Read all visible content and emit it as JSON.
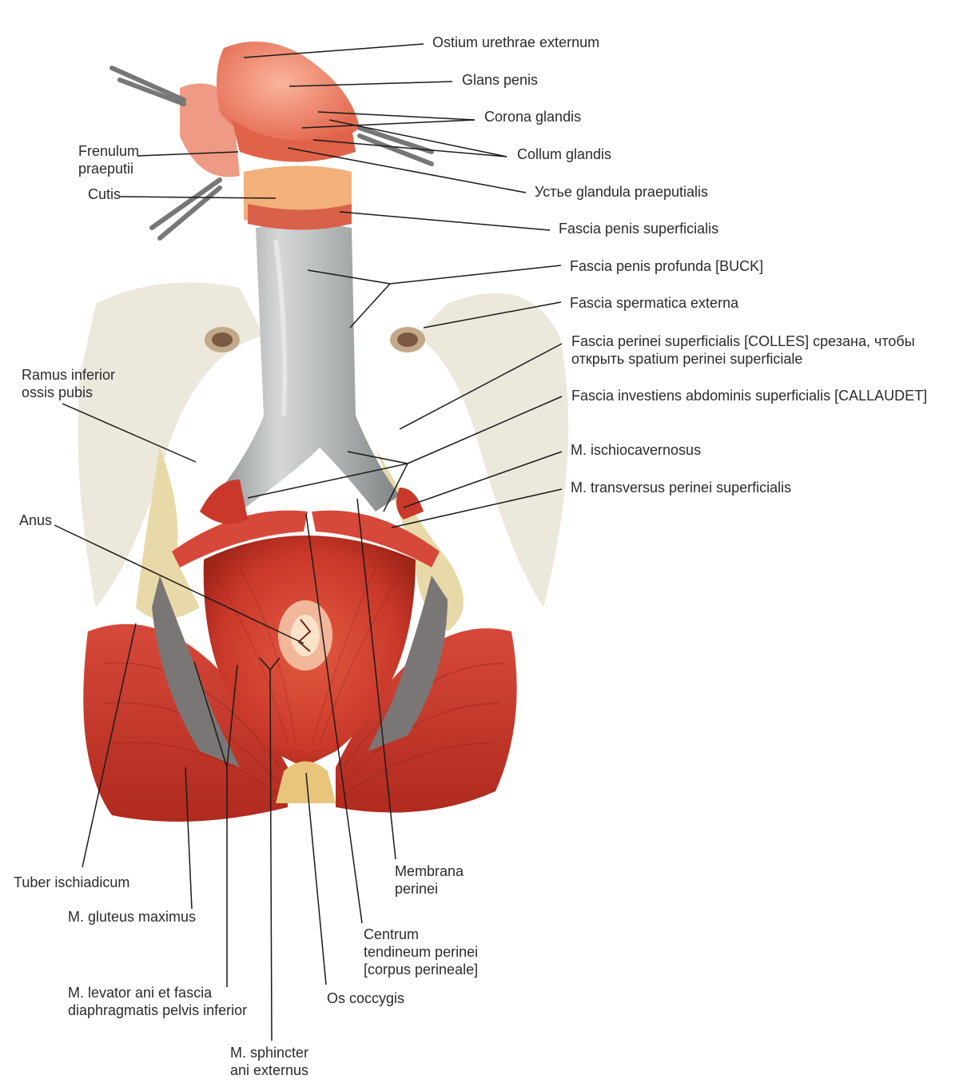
{
  "colors": {
    "muscle": "#c9382a",
    "muscle_dark": "#9e2418",
    "muscle_light": "#e8725a",
    "fascia": "#b9bcbd",
    "fascia_dark": "#8c9091",
    "bone": "#e8d9a8",
    "skin": "#e9c9a9",
    "glans": "#f08c70",
    "line": "#1a1a1a"
  },
  "labels": {
    "ostium": "Ostium urethrae externum",
    "glans": "Glans penis",
    "corona": "Corona glandis",
    "collum": "Collum glandis",
    "ustye": "Устье glandula praeputialis",
    "fascia_sup": "Fascia penis superficialis",
    "fascia_prof": "Fascia penis profunda [BUCK]",
    "fascia_sperm": "Fascia spermatica externa",
    "colles": [
      "Fascia perinei superficialis [COLLES] срезана, чтобы",
      "открыть spatium perinei superficiale"
    ],
    "callaudet": "Fascia investiens abdominis superficialis [CALLAUDET]",
    "ischiocav": "M. ischiocavernosus",
    "transversus": "M. transversus perinei superficialis",
    "frenulum": [
      "Frenulum",
      "praeputii"
    ],
    "cutis": "Cutis",
    "ramus": [
      "Ramus inferior",
      "ossis pubis"
    ],
    "anus": "Anus",
    "tuber": "Tuber ischiadicum",
    "gluteus": "M. gluteus maximus",
    "levator": [
      "M. levator ani et fascia",
      "diaphragmatis pelvis inferior"
    ],
    "sphincter": [
      "M. sphincter",
      "ani externus"
    ],
    "coccygis": "Os coccygis",
    "centrum": [
      "Centrum",
      "tendineum perinei",
      "[corpus perineale]"
    ],
    "membrana": [
      "Membrana",
      "perinei"
    ]
  }
}
